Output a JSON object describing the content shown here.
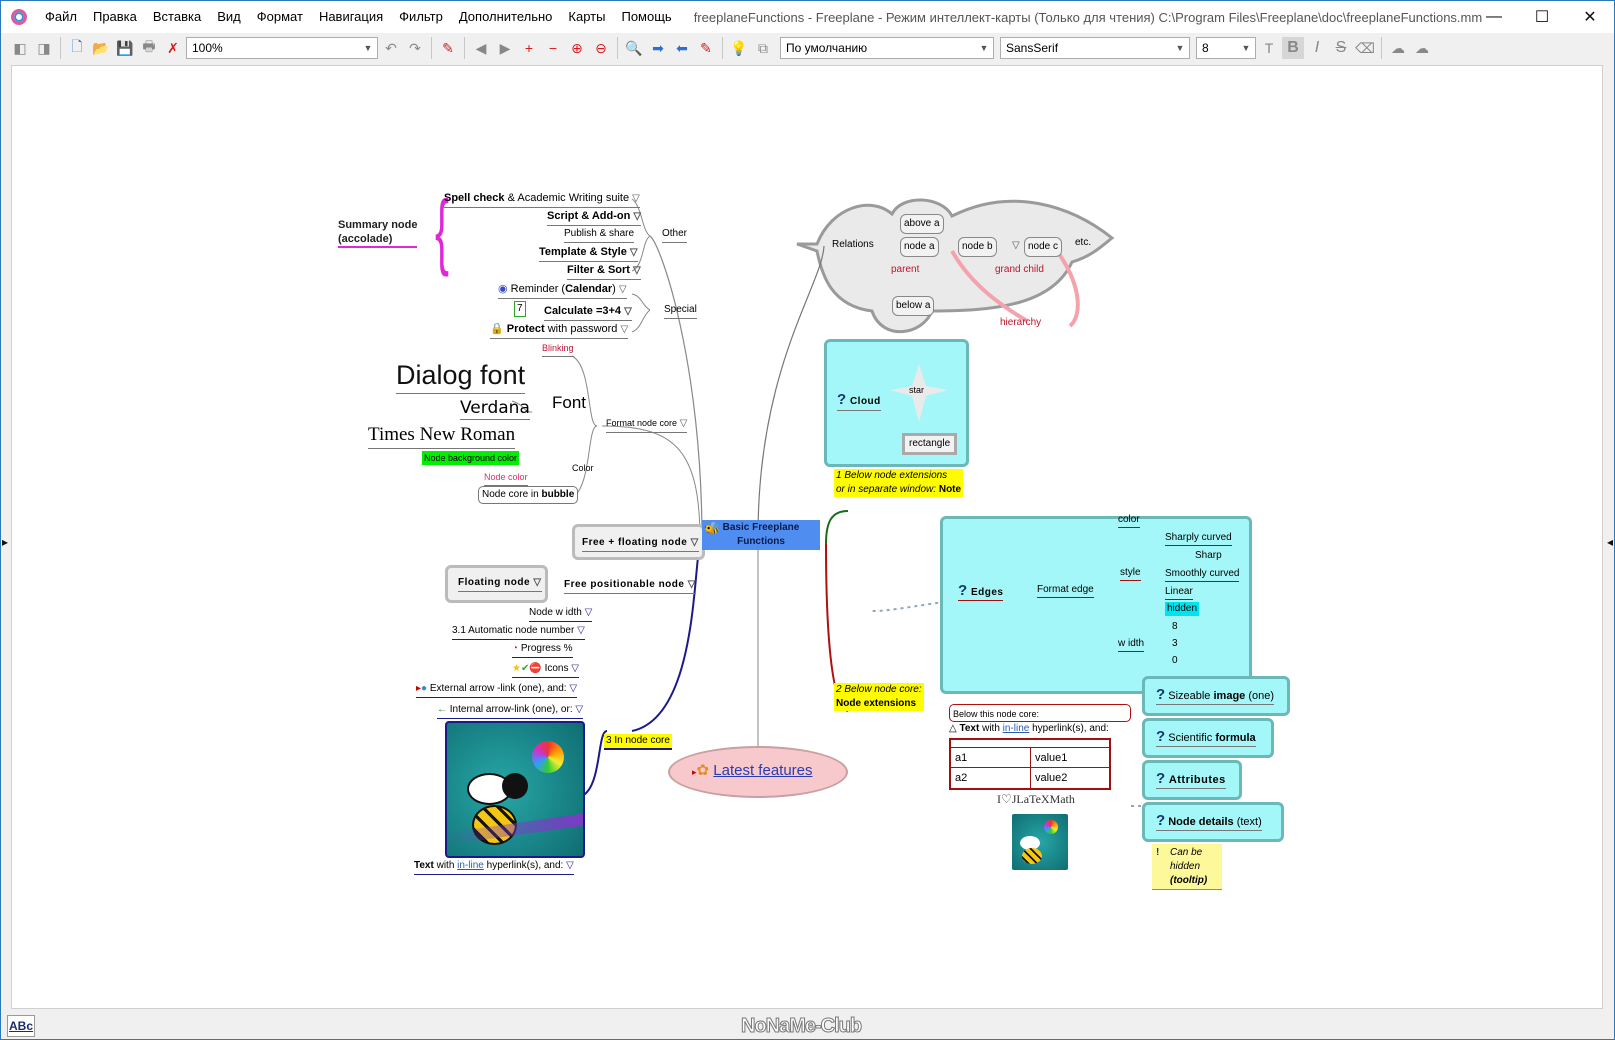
{
  "window": {
    "title": "freeplaneFunctions - Freeplane - Режим интеллект-карты (Только для чтения) C:\\Program Files\\Freeplane\\doc\\freeplaneFunctions.mm",
    "minimize": "—",
    "maximize": "☐",
    "close": "✕"
  },
  "menu": [
    "Файл",
    "Правка",
    "Вставка",
    "Вид",
    "Формат",
    "Навигация",
    "Фильтр",
    "Дополнительно",
    "Карты",
    "Помощь"
  ],
  "toolbar": {
    "zoom_value": "100%",
    "style_value": "По умолчанию",
    "font_value": "SansSerif",
    "font_size_value": "8",
    "bold_label": "B",
    "italic_label": "I",
    "strike_label": "S"
  },
  "statusbar": {
    "spell_label": "ABc",
    "watermark": "NoNaMe-Club"
  },
  "map": {
    "root": "Basic Freeplane Functions",
    "root_line1": "Basic Freeplane",
    "root_line2": "Functions",
    "summary_node": "Summary node",
    "summary_node2": "(accolade)",
    "other": {
      "label": "Other",
      "items": [
        {
          "bold": "Spell check",
          "rest": " & Academic Writing suite"
        },
        {
          "bold": "Script & Add-on",
          "rest": ""
        },
        {
          "bold": "",
          "rest": "Publish & share"
        },
        {
          "bold": "Template & Style",
          "rest": ""
        },
        {
          "bold": "Filter & Sort",
          "rest": ""
        }
      ]
    },
    "special": {
      "label": "Special",
      "reminder_pre": "Reminder (",
      "reminder_bold": "Calendar",
      "reminder_post": ")",
      "calc_value": "7",
      "calc_label": "Calculate =3+4",
      "protect_bold": "Protect",
      "protect_rest": " with password"
    },
    "format_core": {
      "label": "Format node core",
      "blinking": "Blinking",
      "font": "Font",
      "dialog_font": "Dialog font",
      "verdana": "Verdana",
      "times": "Times New Roman",
      "color": "Color",
      "bg_color": "Node background color",
      "node_color": "Node color",
      "bubble_pre": "Node core in ",
      "bubble_bold": "bubble"
    },
    "free_floating": "Free + floating node",
    "floating": "Floating node",
    "free_positionable": "Free positionable node",
    "in_core": {
      "label": "3 In node core",
      "node_width": "Node w idth",
      "auto_number": "3.1 Automatic node number",
      "progress": "Progress  %",
      "icons": "Icons",
      "external_link": "External arrow -link (one), and:",
      "internal_link": "Internal arrow-link (one), or:",
      "text_bold": "Text",
      "text_with": "  with ",
      "text_link": "in-line",
      "text_rest": " hyperlink(s), and:"
    },
    "latest": "Latest features",
    "relations": {
      "label": "Relations",
      "above": "above a",
      "node_a": "node a",
      "node_b": "node b",
      "node_c": "node c",
      "etc": "etc.",
      "below": "below  a",
      "parent": "parent",
      "grand_child": "grand child",
      "hierarchy": "hierarchy"
    },
    "cloud": {
      "label": "Cloud",
      "star": "star",
      "rectangle": "rectangle"
    },
    "note1_line1": "1 Below node extensions",
    "note1_line2_pre": "or in separate window: ",
    "note1_line2_bold": "Note",
    "edges": {
      "label": "Edges",
      "format_edge": "Format edge",
      "color": "color",
      "style": "style",
      "styles": [
        "Sharply curved",
        "Sharp",
        "Smoothly curved",
        "Linear",
        "hidden"
      ],
      "width": "w idth",
      "widths": [
        "8",
        "3",
        "0"
      ]
    },
    "note2_line1": "2 Below node core:",
    "note2_line2": "Node extensions",
    "below_core": "Below  this  node core:",
    "ext_text_bold": "Text",
    "ext_text_with": "  with ",
    "ext_text_link": "in-line",
    "ext_text_rest": " hyperlink(s), and:",
    "attributes_table": [
      [
        "a1",
        "value1"
      ],
      [
        "a2",
        "value2"
      ]
    ],
    "latex": "I♡JLaTeXMath",
    "right_items": [
      {
        "pre": "Sizeable ",
        "bold": "image",
        "post": " (one)"
      },
      {
        "pre": "Scientific ",
        "bold": "formula",
        "post": ""
      },
      {
        "pre": "",
        "bold": "Attributes",
        "post": ""
      },
      {
        "pre": "",
        "bold": "Node details",
        "post": " (text)"
      }
    ],
    "tooltip_l1": "Can be",
    "tooltip_l2": "hidden",
    "tooltip_l3": "(tooltip)"
  }
}
